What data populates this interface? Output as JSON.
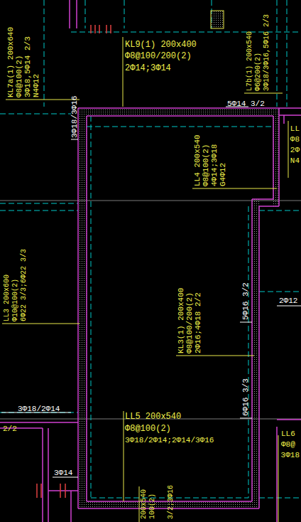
{
  "diagram": {
    "labels": [
      "KL9(1) 200x400",
      "Φ8@100/200(2)",
      "2Φ14;3Φ14",
      "KL7a(1) 200x640",
      "Φ8@100(2)",
      "3Φ18,5Φ14 2/3",
      "N4Φ12",
      "3Φ18/3Φ16",
      "L7b(1) 200x540",
      "Φ6@200(2)",
      "3Φ18/3Φ16,5Φ16 2/3",
      "5Φ14 3/2",
      "LL",
      "Φ8",
      "2Φ",
      "N4",
      "LL4 200x540",
      "Φ8@100(2)",
      "4Φ14;3Φ18",
      "G4Φ12",
      "LL3 200x600",
      "Φ10@100(2)",
      "6Φ22 3/3;6Φ22 3/3",
      "5Φ16 3/2",
      "2Φ12",
      "KL3(1) 200x400",
      "Φ8@100/200(2)",
      "2Φ16;4Φ18 2/2",
      "6Φ16 3/3",
      "3Φ18/2Φ14",
      "2/2",
      "LL5 200x540",
      "Φ8@100(2)",
      "3Φ18/2Φ14;2Φ14/3Φ16",
      "LL6",
      "Φ8@",
      "3Φ18",
      "3Φ14",
      "200x540",
      "100(2)",
      "3/2;3Φ16"
    ]
  }
}
